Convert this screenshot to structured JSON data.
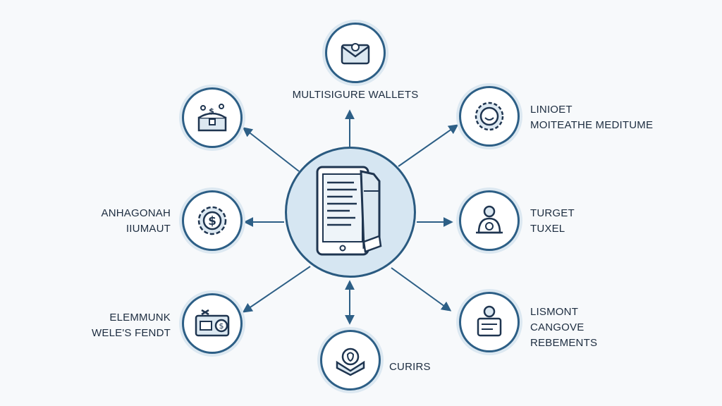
{
  "diagram": {
    "colors": {
      "line": "#2d5f86",
      "ring": "#dce8f1",
      "hub_fill": "#d6e6f2",
      "icon": "#1f3550",
      "background": "#f7f9fb"
    },
    "center": {
      "icon": "document-book-icon"
    },
    "nodes": [
      {
        "id": "top",
        "icon": "envelope-icon",
        "label_lines": [
          "MULTISIGURE WALLETS"
        ]
      },
      {
        "id": "top-right",
        "icon": "gear-face-icon",
        "label_lines": [
          "LINIOET",
          "MOITEATHE MEDITUME"
        ]
      },
      {
        "id": "right",
        "icon": "user-team-icon",
        "label_lines": [
          "TURGET",
          "TUXEL"
        ]
      },
      {
        "id": "bottom-right",
        "icon": "person-board-icon",
        "label_lines": [
          "LISMONT",
          "CANGOVE",
          "REBEMENTS"
        ]
      },
      {
        "id": "bottom",
        "icon": "hand-shield-icon",
        "label_lines": [
          "CURIRS"
        ]
      },
      {
        "id": "bottom-left",
        "icon": "money-device-icon",
        "label_lines": [
          "ELEMMUNK",
          "WELE'S FENDT"
        ]
      },
      {
        "id": "left",
        "icon": "dollar-coin-icon",
        "label_lines": [
          "ANHAGONAH",
          "IIUMAUT"
        ]
      },
      {
        "id": "top-left",
        "icon": "treasure-chest-icon",
        "label_lines": []
      }
    ]
  }
}
